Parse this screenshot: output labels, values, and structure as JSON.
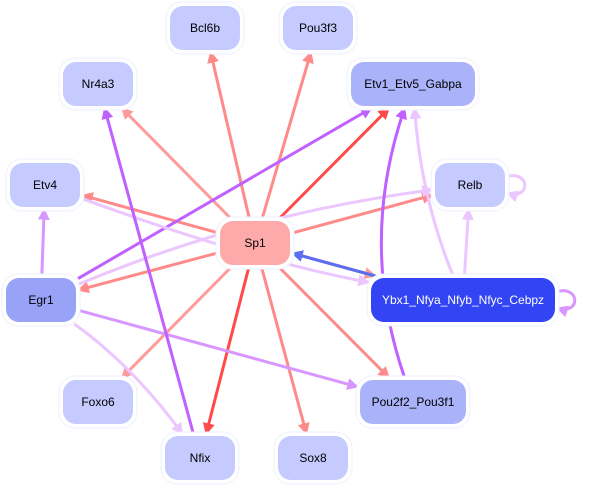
{
  "graph": {
    "title": "Transcription factor regulatory network",
    "colors": {
      "node_default": "#c5cbff",
      "node_mid": "#aab3fa",
      "node_egr1": "#98a3f8",
      "node_sp1": "#ffaaaa",
      "node_ybx1": "#3344f5",
      "node_border": "#eef0ff",
      "edge_red": "#ff4a4a",
      "edge_salmon": "#ff8a8a",
      "edge_salmon_light": "#ff9a9a",
      "edge_purple": "#c060ff",
      "edge_purple_mid": "#d797ff",
      "edge_lavender": "#ebc6ff",
      "edge_blue": "#5a6ef0"
    },
    "nodes": [
      {
        "id": "Bcl6b",
        "label": "Bcl6b",
        "fill": "node_default",
        "text": "#000000"
      },
      {
        "id": "Pou3f3",
        "label": "Pou3f3",
        "fill": "node_default",
        "text": "#000000"
      },
      {
        "id": "Nr4a3",
        "label": "Nr4a3",
        "fill": "node_default",
        "text": "#000000"
      },
      {
        "id": "Etv1_Etv5_Gabpa",
        "label": "Etv1_Etv5_Gabpa",
        "fill": "node_mid",
        "text": "#000000"
      },
      {
        "id": "Etv4",
        "label": "Etv4",
        "fill": "node_default",
        "text": "#000000"
      },
      {
        "id": "Relb",
        "label": "Relb",
        "fill": "node_default",
        "text": "#000000"
      },
      {
        "id": "Sp1",
        "label": "Sp1",
        "fill": "node_sp1",
        "text": "#000000"
      },
      {
        "id": "Egr1",
        "label": "Egr1",
        "fill": "node_egr1",
        "text": "#000000"
      },
      {
        "id": "Ybx1",
        "label": "Ybx1_Nfya_Nfyb_Nfyc_Cebpz",
        "fill": "node_ybx1",
        "text": "#ffffff"
      },
      {
        "id": "Foxo6",
        "label": "Foxo6",
        "fill": "node_default",
        "text": "#000000"
      },
      {
        "id": "Pou2f2_Pou3f1",
        "label": "Pou2f2_Pou3f1",
        "fill": "node_mid",
        "text": "#000000"
      },
      {
        "id": "Nfix",
        "label": "Nfix",
        "fill": "node_default",
        "text": "#000000"
      },
      {
        "id": "Sox8",
        "label": "Sox8",
        "fill": "node_default",
        "text": "#000000"
      }
    ],
    "edges": [
      {
        "from": "Sp1",
        "to": "Bcl6b",
        "color": "edge_salmon"
      },
      {
        "from": "Sp1",
        "to": "Pou3f3",
        "color": "edge_salmon"
      },
      {
        "from": "Sp1",
        "to": "Nr4a3",
        "color": "edge_salmon_light"
      },
      {
        "from": "Sp1",
        "to": "Etv1_Etv5_Gabpa",
        "color": "edge_red"
      },
      {
        "from": "Sp1",
        "to": "Etv4",
        "color": "edge_salmon"
      },
      {
        "from": "Sp1",
        "to": "Relb",
        "color": "edge_salmon"
      },
      {
        "from": "Sp1",
        "to": "Egr1",
        "color": "edge_salmon"
      },
      {
        "from": "Sp1",
        "to": "Ybx1",
        "color": "edge_salmon_light"
      },
      {
        "from": "Sp1",
        "to": "Foxo6",
        "color": "edge_salmon_light"
      },
      {
        "from": "Sp1",
        "to": "Nfix",
        "color": "edge_red"
      },
      {
        "from": "Sp1",
        "to": "Sox8",
        "color": "edge_salmon"
      },
      {
        "from": "Sp1",
        "to": "Pou2f2_Pou3f1",
        "color": "edge_salmon"
      },
      {
        "from": "Ybx1",
        "to": "Sp1",
        "color": "edge_blue"
      },
      {
        "from": "Ybx1",
        "to": "Etv1_Etv5_Gabpa",
        "color": "edge_lavender"
      },
      {
        "from": "Ybx1",
        "to": "Relb",
        "color": "edge_lavender"
      },
      {
        "from": "Ybx1",
        "to": "Ybx1",
        "color": "edge_purple_mid"
      },
      {
        "from": "Relb",
        "to": "Relb",
        "color": "edge_lavender"
      },
      {
        "from": "Egr1",
        "to": "Etv4",
        "color": "edge_purple_mid"
      },
      {
        "from": "Egr1",
        "to": "Etv1_Etv5_Gabpa",
        "color": "edge_purple"
      },
      {
        "from": "Egr1",
        "to": "Relb",
        "color": "edge_lavender"
      },
      {
        "from": "Egr1",
        "to": "Pou2f2_Pou3f1",
        "color": "edge_purple_mid"
      },
      {
        "from": "Egr1",
        "to": "Nfix",
        "color": "edge_lavender"
      },
      {
        "from": "Etv4",
        "to": "Ybx1",
        "color": "edge_lavender"
      },
      {
        "from": "Nfix",
        "to": "Nr4a3",
        "color": "edge_purple"
      },
      {
        "from": "Pou2f2_Pou3f1",
        "to": "Etv1_Etv5_Gabpa",
        "color": "edge_purple"
      }
    ]
  }
}
